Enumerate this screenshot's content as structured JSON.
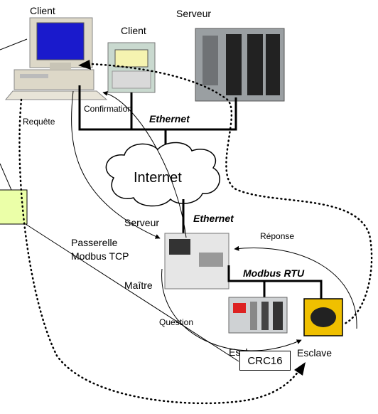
{
  "labels": {
    "client_top": "Client",
    "client_hmi": "Client",
    "serveur_top": "Serveur",
    "requete": "Requête",
    "confirmation": "Confirmation",
    "ethernet_top": "Ethernet",
    "internet": "Internet",
    "serveur_mid": "Serveur",
    "ethernet_mid": "Ethernet",
    "passerelle_line1": "Passerelle",
    "passerelle_line2": "Modbus TCP",
    "reponse": "Réponse",
    "modbus_rtu": "Modbus RTU",
    "maitre": "Maître",
    "question": "Question",
    "esclave_1": "Esclave",
    "esclave_2": "Esclave",
    "crc16": "CRC16"
  },
  "colors": {
    "monitor_screen": "#1a1acc",
    "pc_body": "#ddd8c8",
    "hmi_panel": "#c9d9cf",
    "plc_body": "#9a9fa2",
    "green_box": "#ebffa8",
    "scanner_yellow": "#f0c000"
  }
}
